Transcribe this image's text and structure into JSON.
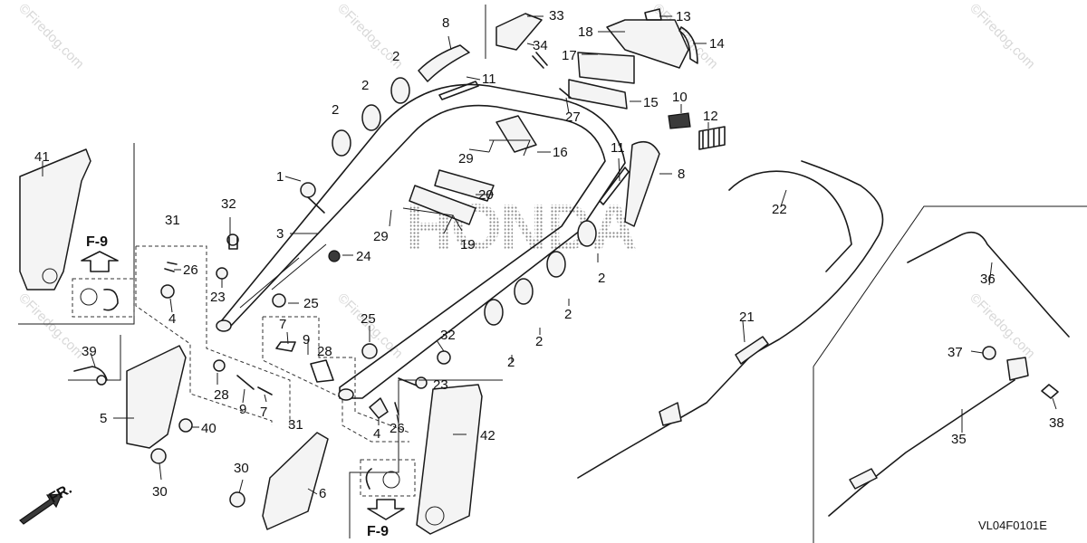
{
  "diagram": {
    "brand_text": "HONDA",
    "diagram_code": "VL04F0101E",
    "direction_label": "FR.",
    "ref_label": "F-9",
    "watermark": "©Firedog.com",
    "callouts": [
      {
        "id": "c1",
        "label": "1"
      },
      {
        "id": "c2a",
        "label": "2"
      },
      {
        "id": "c2b",
        "label": "2"
      },
      {
        "id": "c2c",
        "label": "2"
      },
      {
        "id": "c2d",
        "label": "2"
      },
      {
        "id": "c2e",
        "label": "2"
      },
      {
        "id": "c2f",
        "label": "2"
      },
      {
        "id": "c2g",
        "label": "2"
      },
      {
        "id": "c2h",
        "label": "2"
      },
      {
        "id": "c3",
        "label": "3"
      },
      {
        "id": "c4a",
        "label": "4"
      },
      {
        "id": "c4b",
        "label": "4"
      },
      {
        "id": "c5",
        "label": "5"
      },
      {
        "id": "c6",
        "label": "6"
      },
      {
        "id": "c7a",
        "label": "7"
      },
      {
        "id": "c7b",
        "label": "7"
      },
      {
        "id": "c8a",
        "label": "8"
      },
      {
        "id": "c8b",
        "label": "8"
      },
      {
        "id": "c9a",
        "label": "9"
      },
      {
        "id": "c9b",
        "label": "9"
      },
      {
        "id": "c10",
        "label": "10"
      },
      {
        "id": "c11a",
        "label": "11"
      },
      {
        "id": "c11b",
        "label": "11"
      },
      {
        "id": "c12",
        "label": "12"
      },
      {
        "id": "c13",
        "label": "13"
      },
      {
        "id": "c14",
        "label": "14"
      },
      {
        "id": "c15",
        "label": "15"
      },
      {
        "id": "c16",
        "label": "16"
      },
      {
        "id": "c17",
        "label": "17"
      },
      {
        "id": "c18",
        "label": "18"
      },
      {
        "id": "c19",
        "label": "19"
      },
      {
        "id": "c20",
        "label": "20"
      },
      {
        "id": "c21",
        "label": "21"
      },
      {
        "id": "c22",
        "label": "22"
      },
      {
        "id": "c23a",
        "label": "23"
      },
      {
        "id": "c23b",
        "label": "23"
      },
      {
        "id": "c24",
        "label": "24"
      },
      {
        "id": "c25a",
        "label": "25"
      },
      {
        "id": "c25b",
        "label": "25"
      },
      {
        "id": "c26a",
        "label": "26"
      },
      {
        "id": "c26b",
        "label": "26"
      },
      {
        "id": "c27",
        "label": "27"
      },
      {
        "id": "c28a",
        "label": "28"
      },
      {
        "id": "c28b",
        "label": "28"
      },
      {
        "id": "c29a",
        "label": "29"
      },
      {
        "id": "c29b",
        "label": "29"
      },
      {
        "id": "c30a",
        "label": "30"
      },
      {
        "id": "c30b",
        "label": "30"
      },
      {
        "id": "c31a",
        "label": "31"
      },
      {
        "id": "c31b",
        "label": "31"
      },
      {
        "id": "c32a",
        "label": "32"
      },
      {
        "id": "c32b",
        "label": "32"
      },
      {
        "id": "c33",
        "label": "33"
      },
      {
        "id": "c34",
        "label": "34"
      },
      {
        "id": "c35",
        "label": "35"
      },
      {
        "id": "c36",
        "label": "36"
      },
      {
        "id": "c37",
        "label": "37"
      },
      {
        "id": "c38",
        "label": "38"
      },
      {
        "id": "c39",
        "label": "39"
      },
      {
        "id": "c40",
        "label": "40"
      },
      {
        "id": "c41",
        "label": "41"
      },
      {
        "id": "c42",
        "label": "42"
      }
    ]
  }
}
